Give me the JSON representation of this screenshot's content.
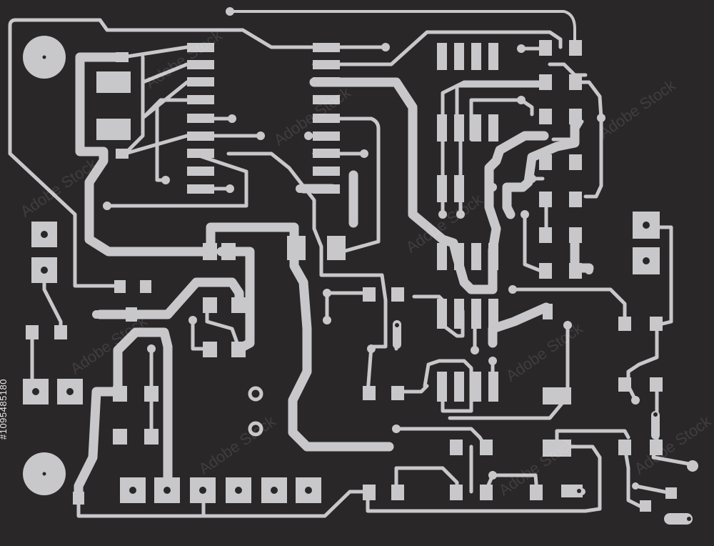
{
  "image": {
    "subject": "printed circuit board layout",
    "board_color": "#2a2729",
    "copper_color": "#c8c8ca",
    "hole_color": "#2a2729"
  },
  "watermark": {
    "text": "Adobe Stock",
    "color": "#ffffff"
  },
  "stock_id": {
    "text": "#1095485180"
  }
}
